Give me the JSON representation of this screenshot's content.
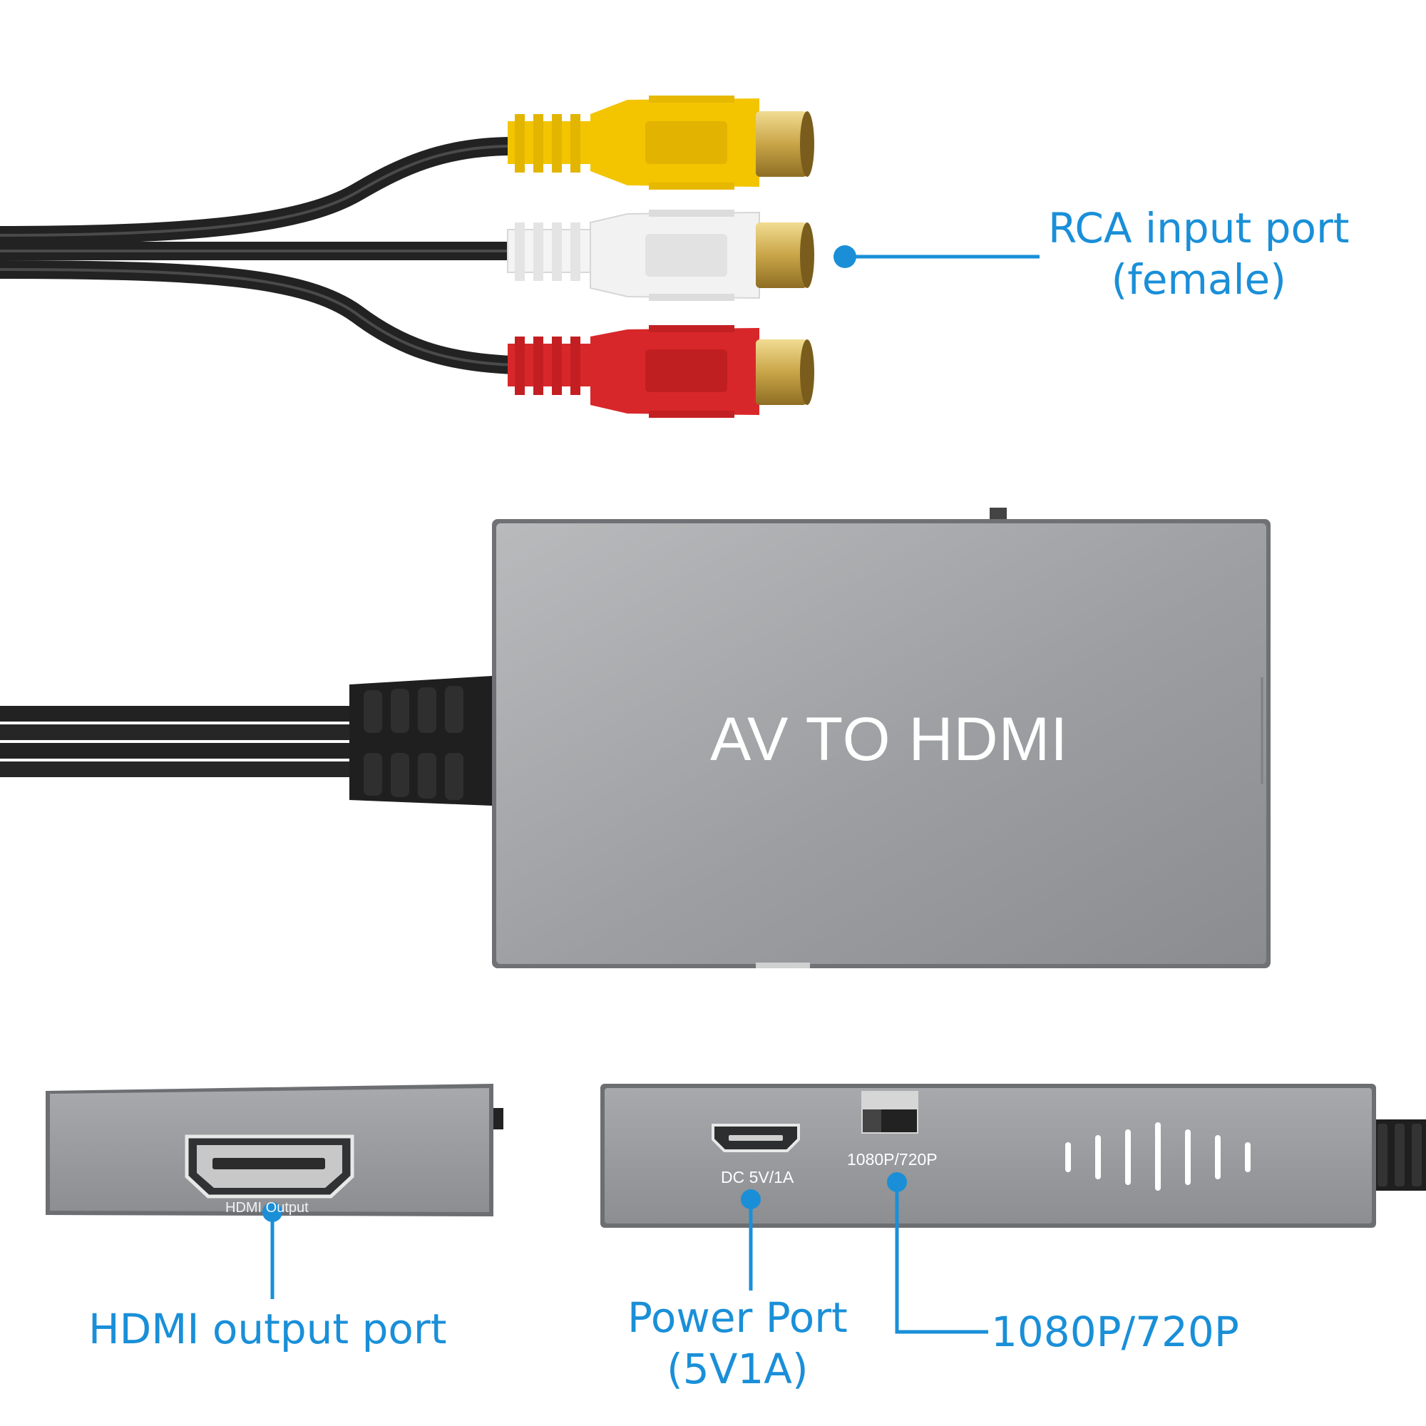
{
  "colors": {
    "accent": "#1a8fd8",
    "device_gray": "#9a9c9f",
    "cable_black": "#2b2b2b",
    "rca_yellow": "#f3c400",
    "rca_white": "#eeeeee",
    "rca_red": "#d8272a",
    "gold": "#d2b25a"
  },
  "device": {
    "main_label": "AV TO HDMI",
    "hdmi_port_label": "HDMI Output",
    "dc_port_label": "DC 5V/1A",
    "resolution_switch_label": "1080P/720P"
  },
  "callouts": {
    "rca_input": {
      "line1": "RCA input port",
      "line2": "(female)"
    },
    "hdmi_output": {
      "line1": "HDMI output port"
    },
    "power_port": {
      "line1": "Power Port",
      "line2": "(5V1A)"
    },
    "resolution": {
      "line1": "1080P/720P"
    }
  }
}
